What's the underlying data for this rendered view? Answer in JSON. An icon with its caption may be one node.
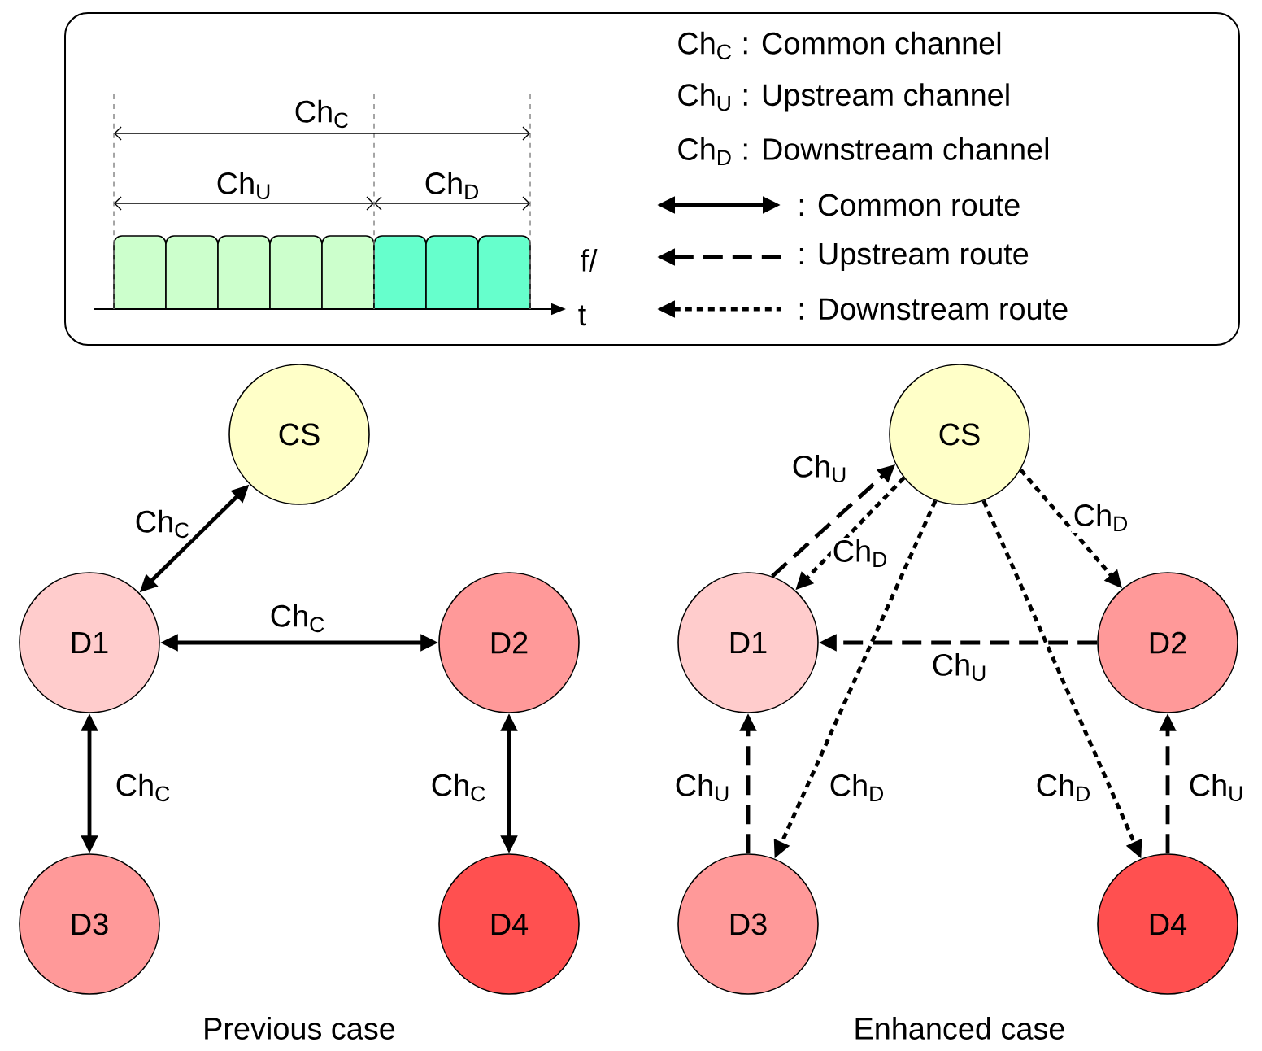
{
  "diagram": {
    "nodes": [
      {
        "text": [
          "CS"
        ]
      },
      {
        "text": [
          "D1"
        ]
      },
      {
        "text": [
          "D2"
        ]
      },
      {
        "text": [
          "D3"
        ]
      },
      {
        "text": [
          "D4"
        ]
      },
      {
        "text": [
          "CS"
        ]
      },
      {
        "text": [
          "D1"
        ]
      },
      {
        "text": [
          "D2"
        ]
      },
      {
        "text": [
          "D3"
        ]
      },
      {
        "text": [
          "D4"
        ]
      }
    ],
    "edges": [
      {
        "from": 0,
        "to": 1,
        "arrow": "both",
        "label": "Ch$_{C}$"
      },
      {
        "from": 1,
        "to": 2,
        "arrow": "both",
        "label": "Ch$_{C}$"
      },
      {
        "from": 1,
        "to": 3,
        "arrow": "both",
        "label": "Ch$_{C}$"
      },
      {
        "from": 2,
        "to": 4,
        "arrow": "both",
        "label": "Ch$_{C}$"
      },
      {
        "from": 6,
        "to": 5,
        "arrow": "to",
        "label": "Ch$_{U}$",
        "style": "dashed"
      },
      {
        "from": 5,
        "to": 6,
        "arrow": "to",
        "label": "Ch$_{D}$",
        "style": "dashed"
      },
      {
        "from": 5,
        "to": 7,
        "arrow": "to",
        "label": "Ch$_{D}$",
        "style": "dashed"
      },
      {
        "from": 7,
        "to": 6,
        "arrow": "to",
        "label": "Ch$_{U}$",
        "style": "dashed"
      },
      {
        "from": 8,
        "to": 6,
        "arrow": "to",
        "label": "Ch$_{U}$",
        "style": "dashed"
      },
      {
        "from": 5,
        "to": 8,
        "arrow": "to",
        "label": "Ch$_{D}$",
        "style": "dashed"
      },
      {
        "from": 5,
        "to": 9,
        "arrow": "to",
        "label": "Ch$_{D}$",
        "style": "dashed"
      },
      {
        "from": 9,
        "to": 7,
        "arrow": "to",
        "label": "Ch$_{U}$",
        "style": "dashed"
      }
    ],
    "labels": [
      "Ch$_{C}$",
      "Ch$_{U}$",
      "Ch$_{D}$",
      "f/",
      "t",
      "Ch$_{C}$ : Common channel",
      "Ch$_{U}$ : Upstream channel",
      "Ch$_{D}$ : Downstream channel",
      "Previous case",
      "Enhanced case"
    ],
    "legend": [
      {
        "text": ": Common route"
      },
      {
        "text": ": Upstream route"
      },
      {
        "text": ": Downstream route"
      }
    ]
  }
}
